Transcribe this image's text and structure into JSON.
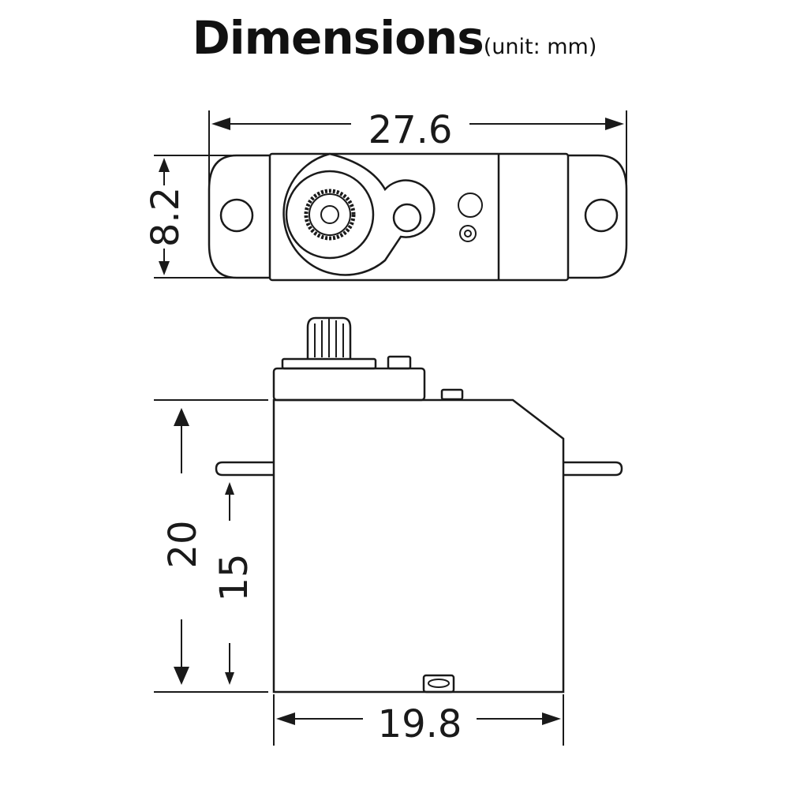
{
  "title": {
    "main": "Dimensions",
    "unit": "(unit: mm)"
  },
  "dimensions": {
    "overall_length": "27.6",
    "mount_height": "8.2",
    "body_height_total": "20",
    "body_height_lower": "15",
    "body_width": "19.8"
  }
}
